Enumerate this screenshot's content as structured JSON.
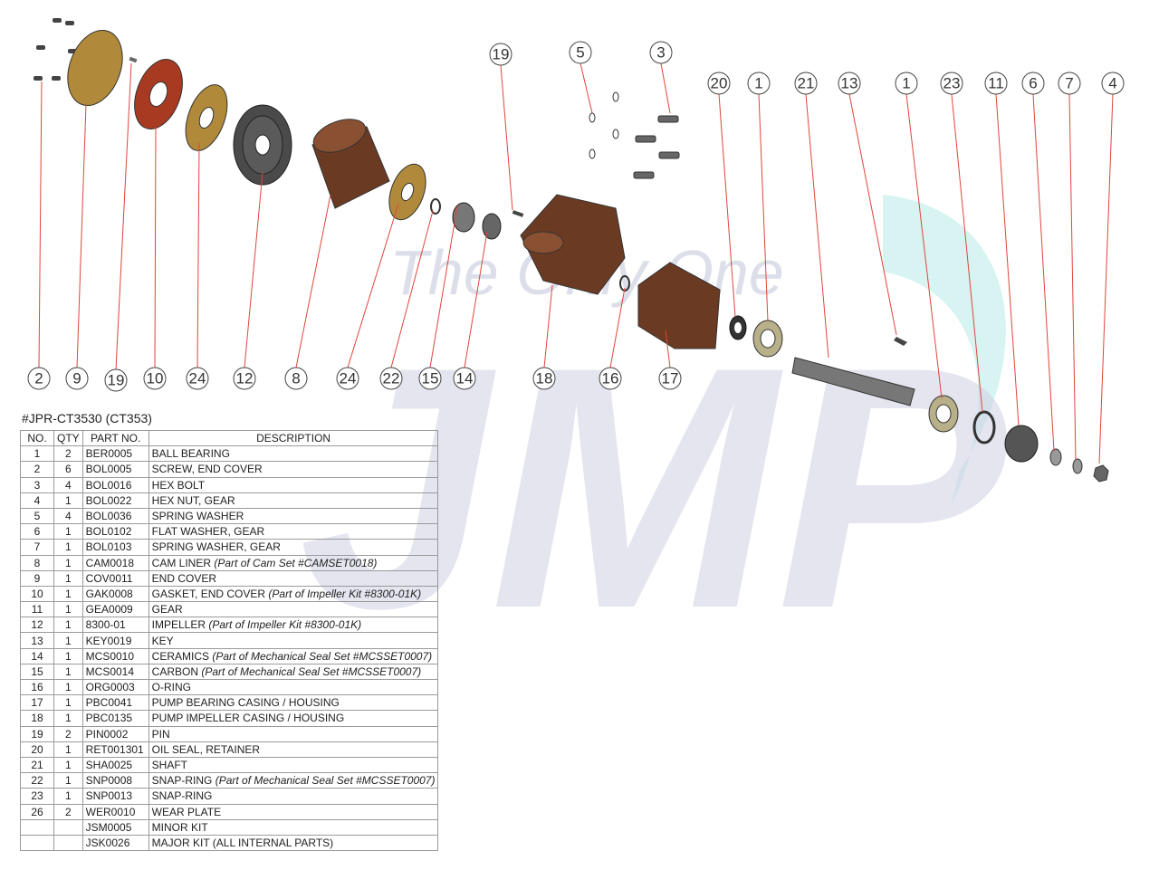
{
  "title": "#JPR-CT3530 (CT353)",
  "watermark": {
    "text": "The Only One",
    "logo": "JMP"
  },
  "callouts": [
    "20",
    "1",
    "21",
    "13",
    "1",
    "23",
    "11",
    "6",
    "7",
    "4",
    "5",
    "3",
    "19",
    "2",
    "9",
    "19",
    "10",
    "24",
    "12",
    "8",
    "24",
    "22",
    "15",
    "14",
    "18",
    "16",
    "17"
  ],
  "table": {
    "headers": {
      "no": "NO.",
      "qty": "QTY",
      "part": "PART NO.",
      "desc": "DESCRIPTION"
    },
    "rows": [
      {
        "no": "1",
        "qty": "2",
        "part": "BER0005",
        "desc": "BALL BEARING",
        "note": ""
      },
      {
        "no": "2",
        "qty": "6",
        "part": "BOL0005",
        "desc": "SCREW, END COVER",
        "note": ""
      },
      {
        "no": "3",
        "qty": "4",
        "part": "BOL0016",
        "desc": "HEX BOLT",
        "note": ""
      },
      {
        "no": "4",
        "qty": "1",
        "part": "BOL0022",
        "desc": "HEX NUT, GEAR",
        "note": ""
      },
      {
        "no": "5",
        "qty": "4",
        "part": "BOL0036",
        "desc": "SPRING WASHER",
        "note": ""
      },
      {
        "no": "6",
        "qty": "1",
        "part": "BOL0102",
        "desc": "FLAT WASHER, GEAR",
        "note": ""
      },
      {
        "no": "7",
        "qty": "1",
        "part": "BOL0103",
        "desc": "SPRING WASHER, GEAR",
        "note": ""
      },
      {
        "no": "8",
        "qty": "1",
        "part": "CAM0018",
        "desc": "CAM LINER",
        "note": "(Part of Cam Set #CAMSET0018)"
      },
      {
        "no": "9",
        "qty": "1",
        "part": "COV0011",
        "desc": "END COVER",
        "note": ""
      },
      {
        "no": "10",
        "qty": "1",
        "part": "GAK0008",
        "desc": "GASKET, END COVER",
        "note": "(Part of Impeller Kit #8300-01K)"
      },
      {
        "no": "11",
        "qty": "1",
        "part": "GEA0009",
        "desc": "GEAR",
        "note": ""
      },
      {
        "no": "12",
        "qty": "1",
        "part": "8300-01",
        "desc": "IMPELLER",
        "note": "(Part of Impeller Kit #8300-01K)"
      },
      {
        "no": "13",
        "qty": "1",
        "part": "KEY0019",
        "desc": "KEY",
        "note": ""
      },
      {
        "no": "14",
        "qty": "1",
        "part": "MCS0010",
        "desc": "CERAMICS",
        "note": "(Part of Mechanical Seal Set #MCSSET0007)"
      },
      {
        "no": "15",
        "qty": "1",
        "part": "MCS0014",
        "desc": "CARBON",
        "note": "(Part of Mechanical Seal Set #MCSSET0007)"
      },
      {
        "no": "16",
        "qty": "1",
        "part": "ORG0003",
        "desc": "O-RING",
        "note": ""
      },
      {
        "no": "17",
        "qty": "1",
        "part": "PBC0041",
        "desc": "PUMP BEARING CASING / HOUSING",
        "note": ""
      },
      {
        "no": "18",
        "qty": "1",
        "part": "PBC0135",
        "desc": "PUMP IMPELLER CASING / HOUSING",
        "note": ""
      },
      {
        "no": "19",
        "qty": "2",
        "part": "PIN0002",
        "desc": "PIN",
        "note": ""
      },
      {
        "no": "20",
        "qty": "1",
        "part": "RET001301",
        "desc": "OIL SEAL, RETAINER",
        "note": ""
      },
      {
        "no": "21",
        "qty": "1",
        "part": "SHA0025",
        "desc": "SHAFT",
        "note": ""
      },
      {
        "no": "22",
        "qty": "1",
        "part": "SNP0008",
        "desc": "SNAP-RING",
        "note": "(Part of Mechanical Seal Set #MCSSET0007)"
      },
      {
        "no": "23",
        "qty": "1",
        "part": "SNP0013",
        "desc": "SNAP-RING",
        "note": ""
      },
      {
        "no": "26",
        "qty": "2",
        "part": "WER0010",
        "desc": "WEAR PLATE",
        "note": ""
      },
      {
        "no": "",
        "qty": "",
        "part": "JSM0005",
        "desc": "MINOR KIT",
        "note": ""
      },
      {
        "no": "",
        "qty": "",
        "part": "JSK0026",
        "desc": "MAJOR KIT (ALL INTERNAL PARTS)",
        "note": ""
      }
    ]
  },
  "colors": {
    "casing": "#6b3a22",
    "gasket": "#a83a22",
    "wear_plate": "#b08a3a",
    "leader": "#e0453a",
    "watermark_blue": "#c8cbe0",
    "watermark_teal": "#d6f3f1"
  }
}
